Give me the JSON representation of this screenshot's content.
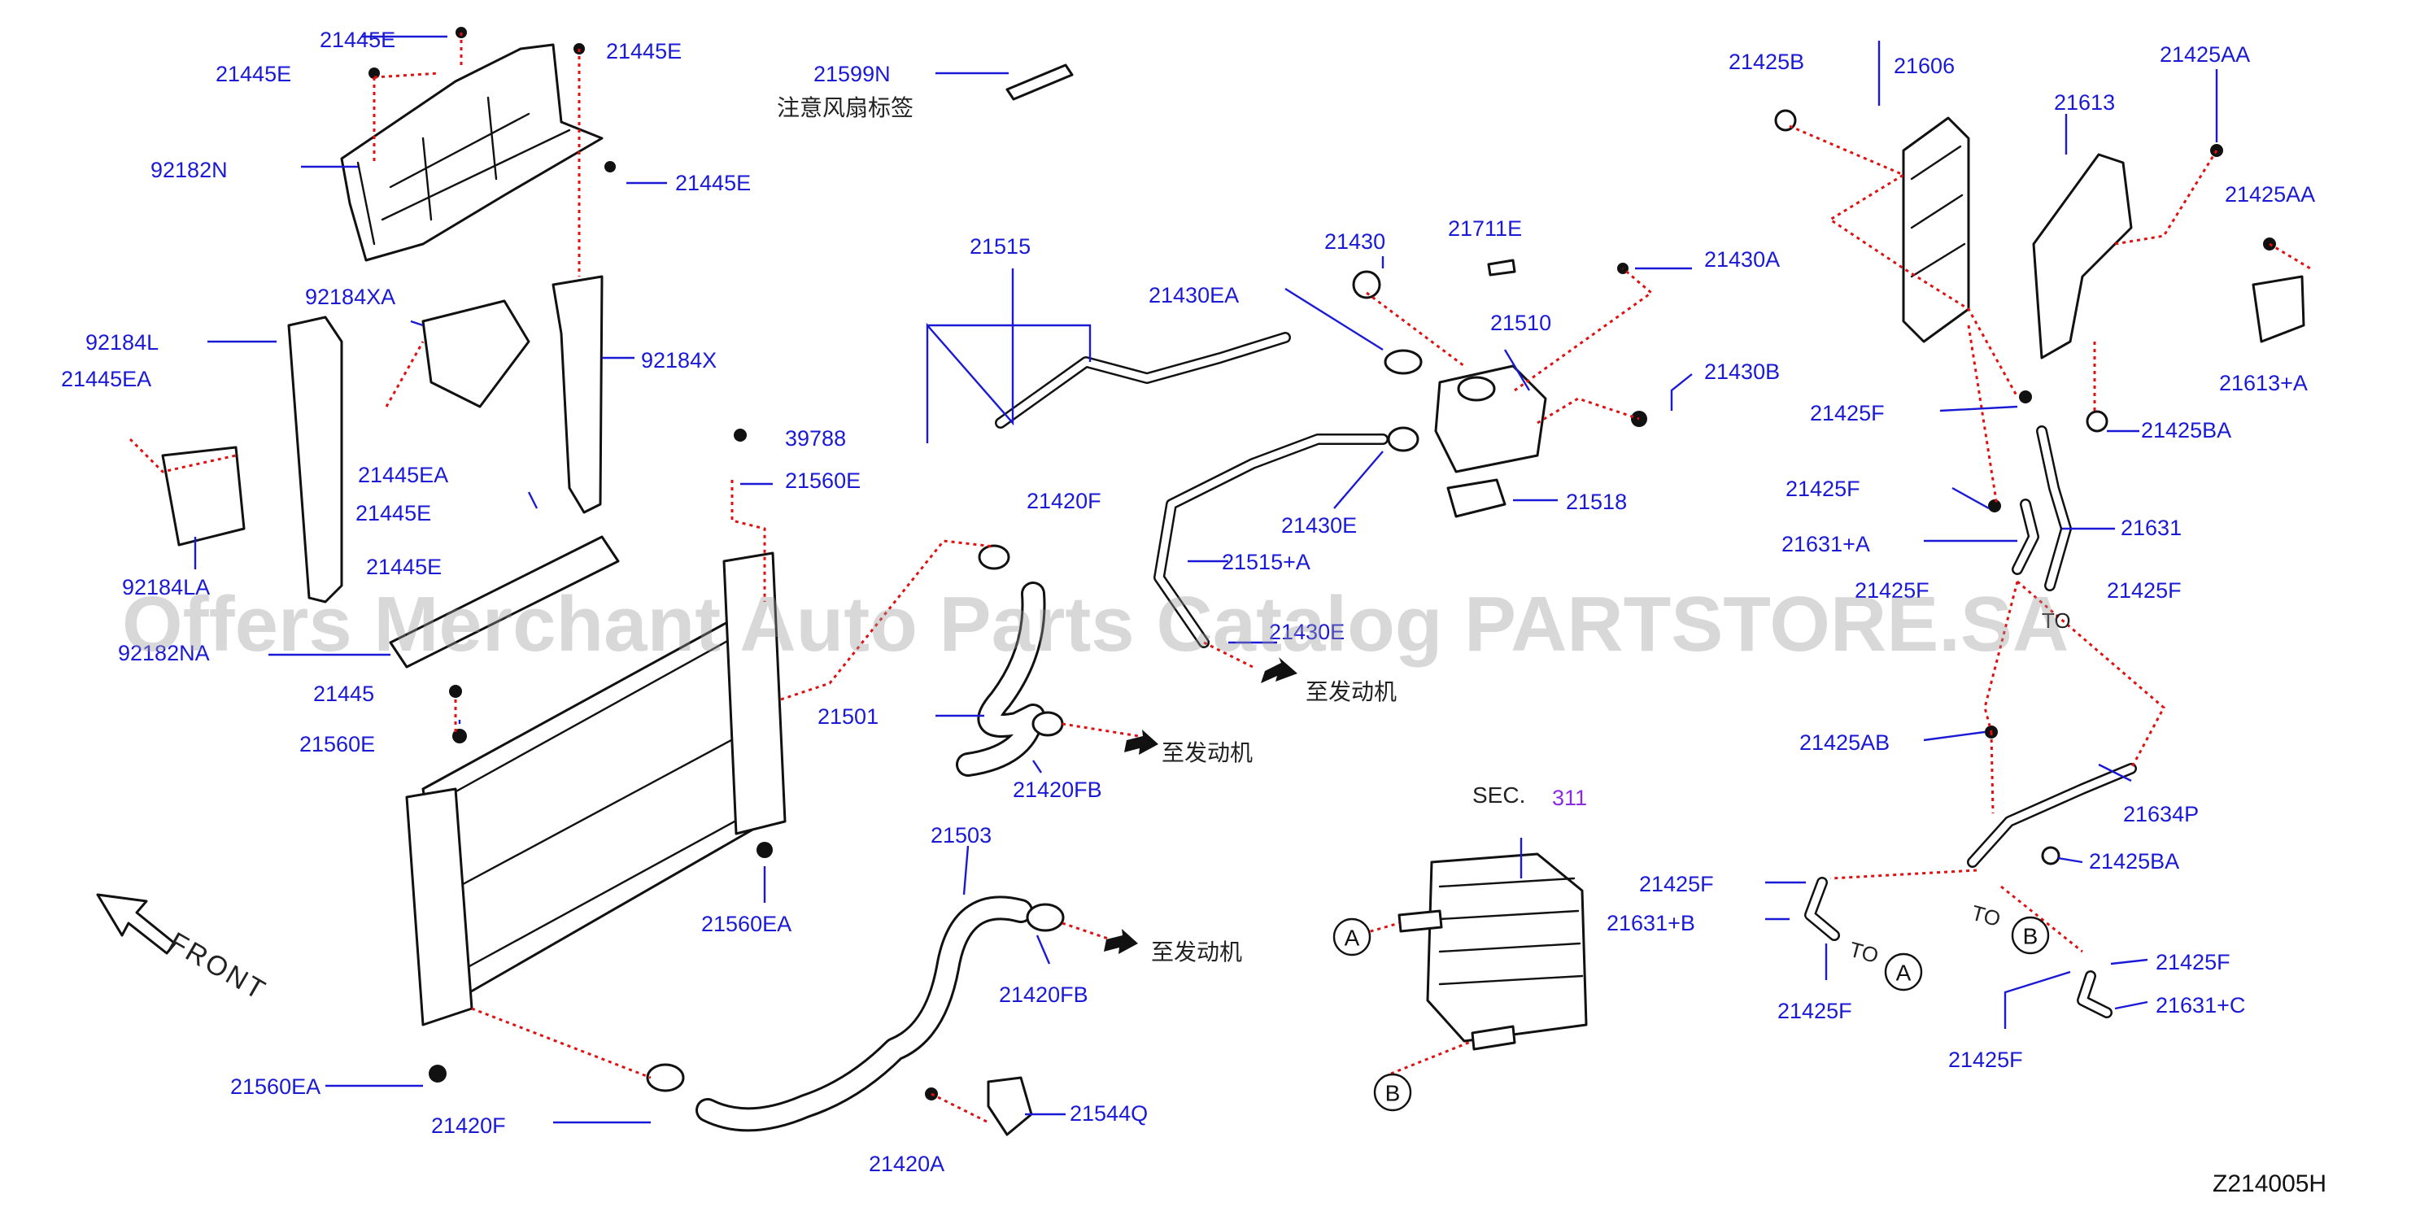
{
  "diagram": {
    "labels": [
      {
        "id": "21445E-a",
        "text": "21445E"
      },
      {
        "id": "21445E-b",
        "text": "21445E"
      },
      {
        "id": "21445E-c",
        "text": "21445E"
      },
      {
        "id": "21445E-d",
        "text": "21445E"
      },
      {
        "id": "92182N",
        "text": "92182N"
      },
      {
        "id": "92184XA",
        "text": "92184XA"
      },
      {
        "id": "92184L",
        "text": "92184L"
      },
      {
        "id": "21445EA-a",
        "text": "21445EA"
      },
      {
        "id": "21445EA-b",
        "text": "21445EA"
      },
      {
        "id": "92184X",
        "text": "92184X"
      },
      {
        "id": "21445E-e",
        "text": "21445E"
      },
      {
        "id": "21445E-f",
        "text": "21445E"
      },
      {
        "id": "92184LA",
        "text": "92184LA"
      },
      {
        "id": "92182NA",
        "text": "92182NA"
      },
      {
        "id": "21445",
        "text": "21445"
      },
      {
        "id": "21560E",
        "text": "21560E"
      },
      {
        "id": "39788",
        "text": "39788"
      },
      {
        "id": "21560E-b",
        "text": "21560E"
      },
      {
        "id": "21560EA-a",
        "text": "21560EA"
      },
      {
        "id": "21560EA-b",
        "text": "21560EA"
      },
      {
        "id": "21420F-a",
        "text": "21420F"
      },
      {
        "id": "21420F-b",
        "text": "21420F"
      },
      {
        "id": "21599N",
        "text": "21599N"
      },
      {
        "id": "21515",
        "text": "21515"
      },
      {
        "id": "21430EA",
        "text": "21430EA"
      },
      {
        "id": "21515+A",
        "text": "21515+A"
      },
      {
        "id": "21430E-a",
        "text": "21430E"
      },
      {
        "id": "21430E-b",
        "text": "21430E"
      },
      {
        "id": "21501",
        "text": "21501"
      },
      {
        "id": "21420FB-a",
        "text": "21420FB"
      },
      {
        "id": "21503",
        "text": "21503"
      },
      {
        "id": "21420FB-b",
        "text": "21420FB"
      },
      {
        "id": "21420A",
        "text": "21420A"
      },
      {
        "id": "21544Q",
        "text": "21544Q"
      },
      {
        "id": "21430",
        "text": "21430"
      },
      {
        "id": "21711E",
        "text": "21711E"
      },
      {
        "id": "21430A",
        "text": "21430A"
      },
      {
        "id": "21510",
        "text": "21510"
      },
      {
        "id": "21430B",
        "text": "21430B"
      },
      {
        "id": "21518",
        "text": "21518"
      },
      {
        "id": "21425B",
        "text": "21425B"
      },
      {
        "id": "21606",
        "text": "21606"
      },
      {
        "id": "21613",
        "text": "21613"
      },
      {
        "id": "21425AA-a",
        "text": "21425AA"
      },
      {
        "id": "21425AA-b",
        "text": "21425AA"
      },
      {
        "id": "21613+A",
        "text": "21613+A"
      },
      {
        "id": "21425F-a",
        "text": "21425F"
      },
      {
        "id": "21425BA-a",
        "text": "21425BA"
      },
      {
        "id": "21425F-b",
        "text": "21425F"
      },
      {
        "id": "21631",
        "text": "21631"
      },
      {
        "id": "21631+A",
        "text": "21631+A"
      },
      {
        "id": "21425F-c",
        "text": "21425F"
      },
      {
        "id": "21425F-d",
        "text": "21425F"
      },
      {
        "id": "21425AB",
        "text": "21425AB"
      },
      {
        "id": "21634P",
        "text": "21634P"
      },
      {
        "id": "21425BA-b",
        "text": "21425BA"
      },
      {
        "id": "21425F-e",
        "text": "21425F"
      },
      {
        "id": "21631+B",
        "text": "21631+B"
      },
      {
        "id": "21425F-f",
        "text": "21425F"
      },
      {
        "id": "21425F-g",
        "text": "21425F"
      },
      {
        "id": "21631+C",
        "text": "21631+C"
      },
      {
        "id": "21425F-h",
        "text": "21425F"
      }
    ],
    "notes": {
      "fan_label": "注意风扇标签",
      "to_engine_1": "至发动机",
      "to_engine_2": "至发动机",
      "to_engine_3": "至发动机",
      "sec": "SEC.",
      "sec_num": "311",
      "front": "FRONT",
      "to_1": "TO",
      "to_2": "TO",
      "to_3": "TO"
    },
    "callouts": {
      "a1": "A",
      "b1": "B",
      "a2": "A",
      "b2": "B"
    },
    "diagram_code": "Z214005H",
    "watermark": "Offers Merchant Auto Parts Catalog PARTSTORE.SA"
  },
  "colors": {
    "label": "#1a1ad6",
    "dotted_leader": "#e01010",
    "sec_number": "#8a2be2",
    "lines": "#111111"
  }
}
